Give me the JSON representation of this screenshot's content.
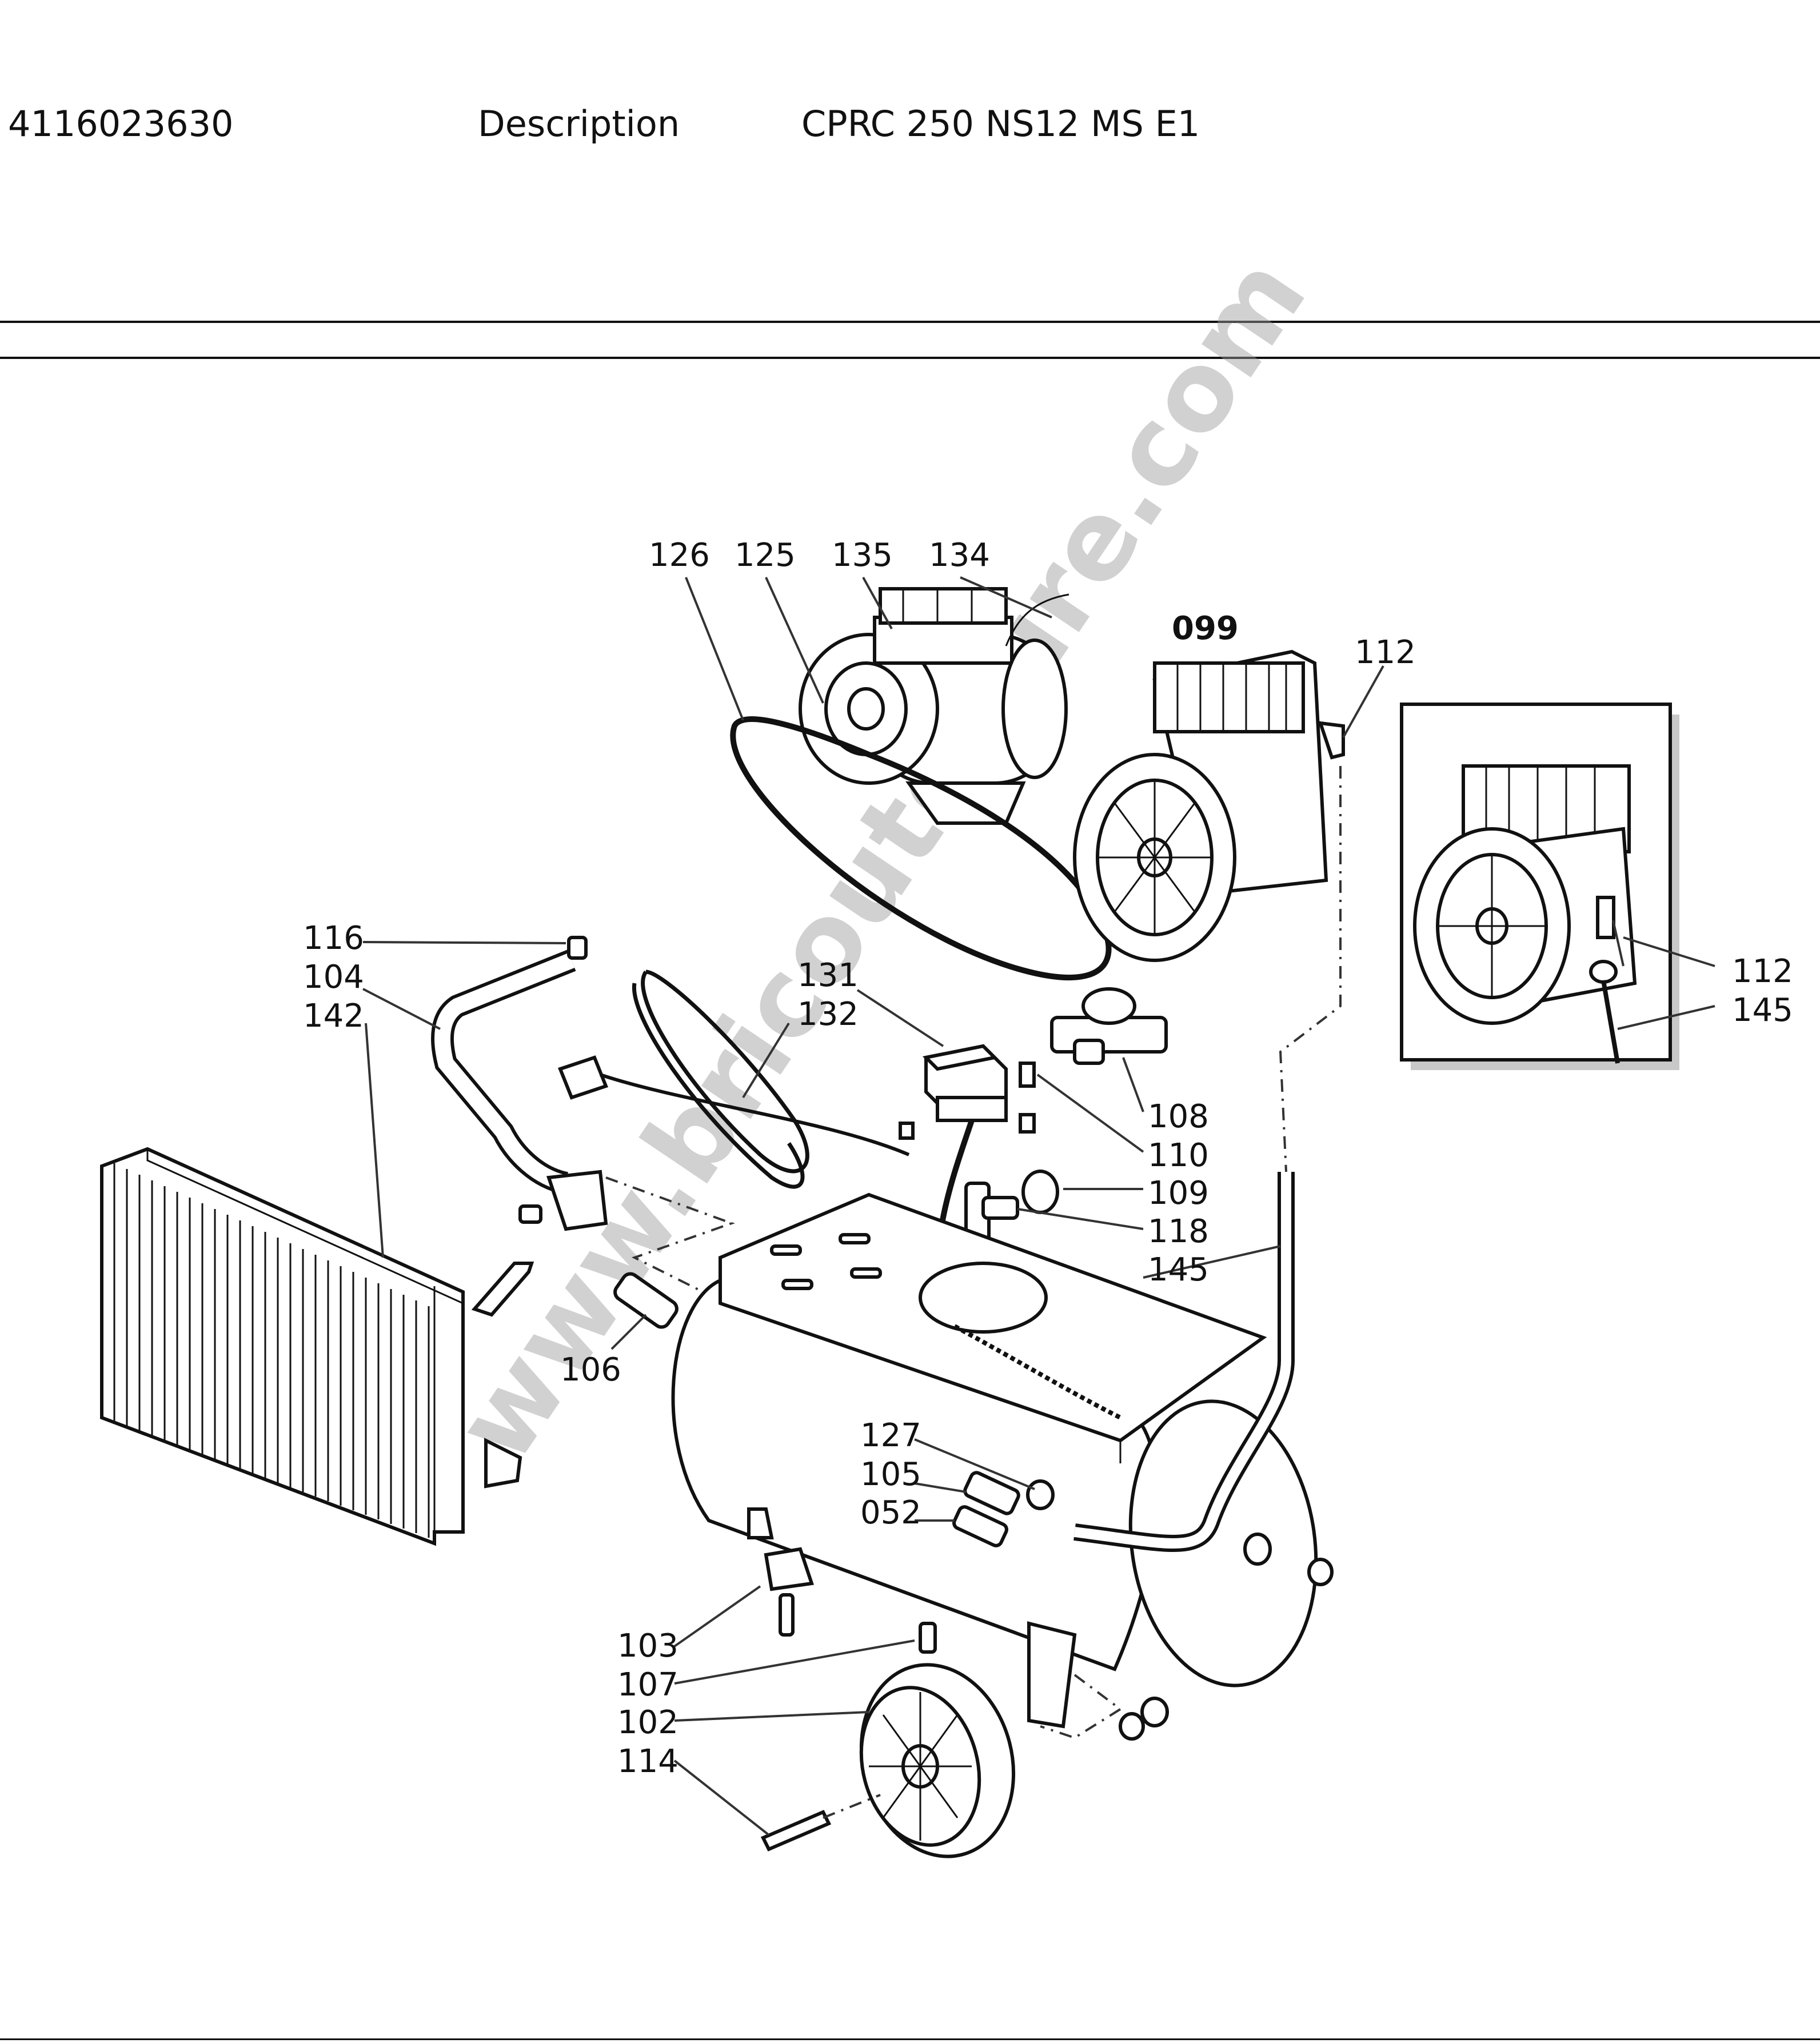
{
  "header": {
    "part_number": "4116023630",
    "description_label": "Description",
    "model": "CPRC 250 NS12 MS E1"
  },
  "watermark": "www.bricoutenure.com",
  "callouts": {
    "c126": "126",
    "c125": "125",
    "c135": "135",
    "c134": "134",
    "c099": "099",
    "c112": "112",
    "c116": "116",
    "c104": "104",
    "c142": "142",
    "c131": "131",
    "c132": "132",
    "c108": "108",
    "c110": "110",
    "c109": "109",
    "c118": "118",
    "c145": "145",
    "c106": "106",
    "c127": "127",
    "c105": "105",
    "c052": "052",
    "c103": "103",
    "c107": "107",
    "c102": "102",
    "c114": "114",
    "inset_112": "112",
    "inset_145": "145"
  }
}
